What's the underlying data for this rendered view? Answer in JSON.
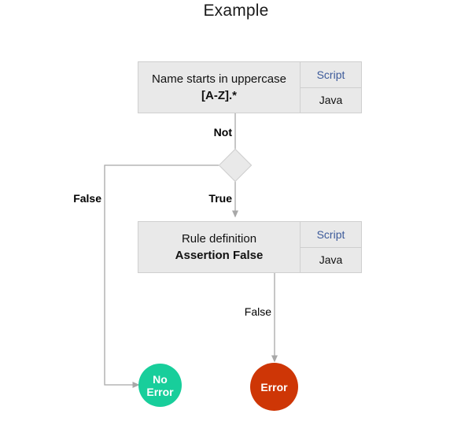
{
  "diagram": {
    "title": "Example",
    "type": "flowchart",
    "colors": {
      "box_fill": "#e9e9e9",
      "box_border": "#cfcfcf",
      "wire": "#a8a8a8",
      "script_link": "#3c5a9a",
      "success": "#18ce9b",
      "error": "#ce3606",
      "background": "#ffffff"
    },
    "nodes": {
      "rule_top": {
        "line1": "Name starts in uppercase",
        "line2": "[A-Z].*",
        "side_top": "Script",
        "side_bottom": "Java"
      },
      "decision": {
        "shape": "diamond"
      },
      "rule_bottom": {
        "line1": "Rule definition",
        "line2": "Assertion False",
        "side_top": "Script",
        "side_bottom": "Java"
      },
      "terminal_no_error": {
        "line1": "No",
        "line2": "Error"
      },
      "terminal_error": {
        "line1": "Error"
      }
    },
    "edges": {
      "top_to_decision": "Not",
      "decision_false": "False",
      "decision_true": "True",
      "rule_to_error": "False"
    }
  }
}
